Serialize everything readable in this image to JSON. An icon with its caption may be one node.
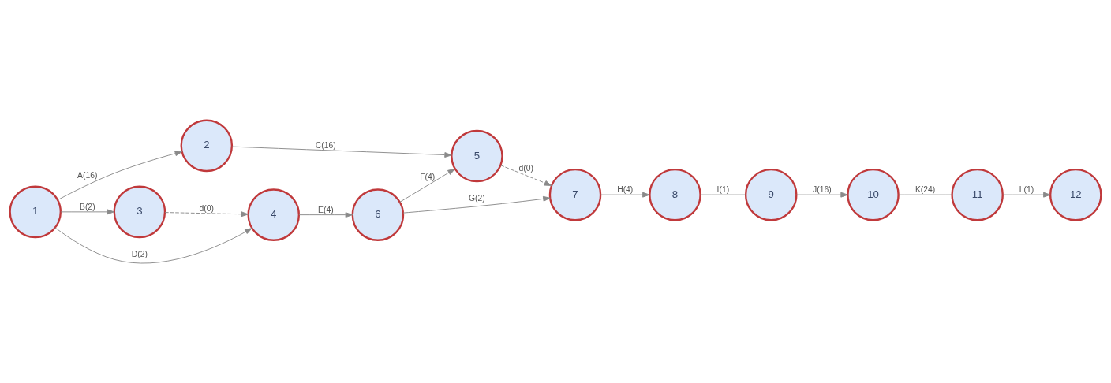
{
  "diagram": {
    "nodes": [
      {
        "text": [
          "1"
        ]
      },
      {
        "text": [
          "2"
        ]
      },
      {
        "text": [
          "3"
        ]
      },
      {
        "text": [
          "4"
        ]
      },
      {
        "text": [
          "5"
        ]
      },
      {
        "text": [
          "6"
        ]
      },
      {
        "text": [
          "7"
        ]
      },
      {
        "text": [
          "8"
        ]
      },
      {
        "text": [
          "9"
        ]
      },
      {
        "text": [
          "10"
        ]
      },
      {
        "text": [
          "11"
        ]
      },
      {
        "text": [
          "12"
        ]
      }
    ],
    "edges": [
      {
        "from": 0,
        "to": 1,
        "arrow": "to",
        "label": "A(16)"
      },
      {
        "from": 0,
        "to": 2,
        "arrow": "to",
        "label": "B(2)"
      },
      {
        "from": 0,
        "to": 3,
        "arrow": "to",
        "label": "D(2)"
      },
      {
        "from": 1,
        "to": 4,
        "arrow": "to",
        "label": "C(16)"
      },
      {
        "from": 2,
        "to": 3,
        "arrow": "to",
        "label": "d(0)",
        "style": "dashed"
      },
      {
        "from": 3,
        "to": 5,
        "arrow": "to",
        "label": "E(4)"
      },
      {
        "from": 5,
        "to": 4,
        "arrow": "to",
        "label": "F(4)"
      },
      {
        "from": 4,
        "to": 6,
        "arrow": "to",
        "label": "d(0)",
        "style": "dashed"
      },
      {
        "from": 5,
        "to": 6,
        "arrow": "to",
        "label": "G(2)"
      },
      {
        "from": 6,
        "to": 7,
        "arrow": "to",
        "label": "H(4)"
      },
      {
        "from": 7,
        "to": 8,
        "arrow": "none",
        "label": "I(1)"
      },
      {
        "from": 8,
        "to": 9,
        "arrow": "to",
        "label": "J(16)"
      },
      {
        "from": 9,
        "to": 10,
        "arrow": "none",
        "label": "K(24)"
      },
      {
        "from": 10,
        "to": 11,
        "arrow": "to",
        "label": "L(1)"
      }
    ]
  }
}
